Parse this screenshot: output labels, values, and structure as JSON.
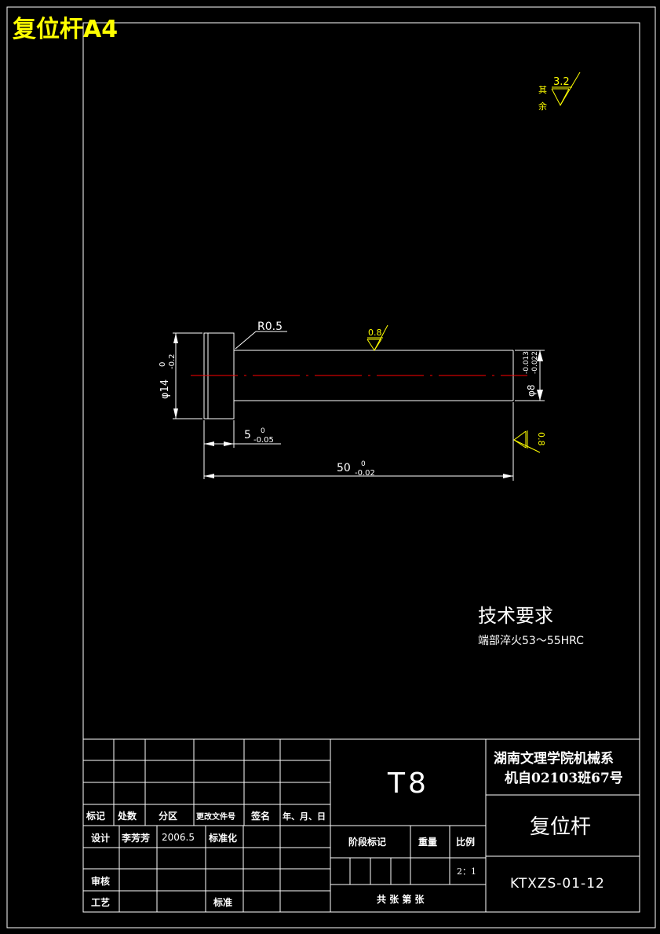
{
  "colors": {
    "background": "#000000",
    "line": "#ffffff",
    "accent": "#ffff00",
    "centerline": "#ff0000"
  },
  "sheet_label": "复位杆A4",
  "surface_finish": {
    "other_label_1": "其",
    "other_label_2": "余",
    "default_value": "3.2",
    "top_value": "0.8",
    "right_value": "0.8"
  },
  "dimensions": {
    "radius": "R0.5",
    "dia_head": "φ14",
    "dia_head_upper": "0",
    "dia_head_lower": "-0.2",
    "dia_shaft": "φ8",
    "dia_shaft_upper": "-0.013",
    "dia_shaft_lower": "-0.022",
    "head_len": "5",
    "head_len_upper": "0",
    "head_len_lower": "-0.05",
    "total_len": "50",
    "total_len_upper": "0",
    "total_len_lower": "-0.02"
  },
  "tech": {
    "title": "技术要求",
    "line1": "端部淬火53～55HRC"
  },
  "title_block": {
    "mark": "标记",
    "count": "处数",
    "zone": "分区",
    "change_no": "更改文件号",
    "sign": "签名",
    "date": "年、月、日",
    "design": "设计",
    "designer": "李芳芳",
    "design_date": "2006.5",
    "standardize": "标准化",
    "review": "审核",
    "process": "工艺",
    "approve": "标准",
    "material": "T8",
    "school_line1": "湖南文理学院机械系",
    "school_line2": "机自02103班67号",
    "part_name": "复位杆",
    "stage_mark": "阶段标记",
    "weight": "重量",
    "scale_label": "比例",
    "scale_value": "2：1",
    "sheets": "共  张  第  张",
    "drawing_no": "KTXZS-01-12"
  }
}
